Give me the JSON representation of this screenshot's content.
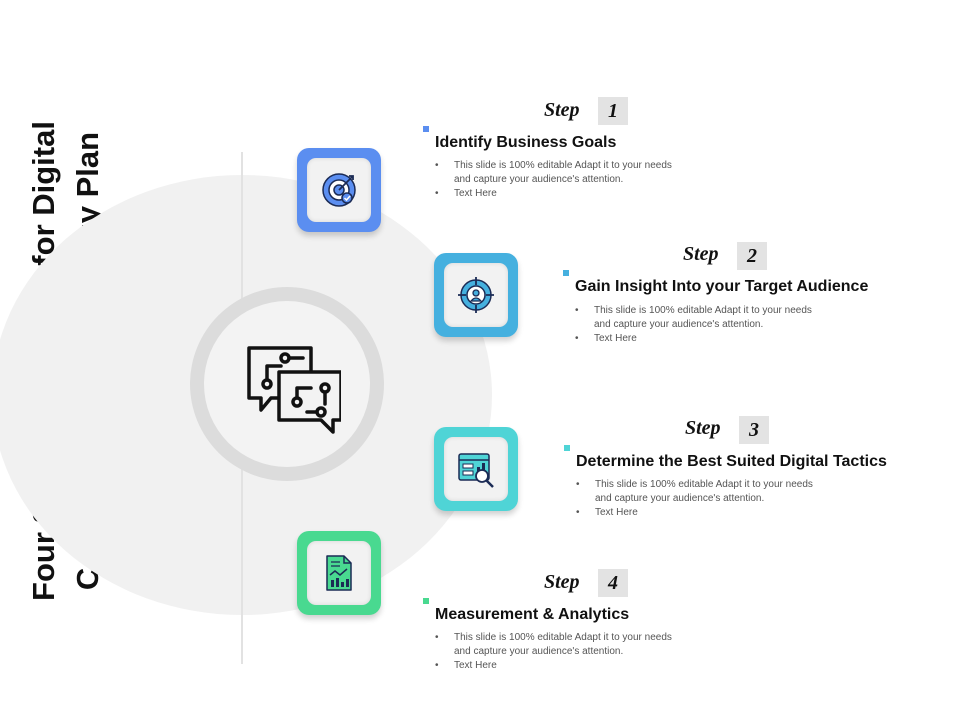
{
  "title_lines": [
    "Four Stages Workflow for Digital",
    "Communications Strategy Plan"
  ],
  "colors": {
    "step1": "#5b8ef0",
    "step2": "#45b0df",
    "step3": "#4fd4d6",
    "step4": "#49d990"
  },
  "center_icon": "chat-network-icon",
  "steps": [
    {
      "word": "Step",
      "number": "1",
      "heading": "Identify Business Goals",
      "bullets": [
        "This slide is 100% editable Adapt it to your needs and capture your audience's attention.",
        "Text Here"
      ],
      "icon": "target-icon"
    },
    {
      "word": "Step",
      "number": "2",
      "heading": "Gain Insight Into your Target Audience",
      "bullets": [
        "This slide is 100% editable Adapt it to your needs and capture your audience's attention.",
        "Text Here"
      ],
      "icon": "audience-target-icon"
    },
    {
      "word": "Step",
      "number": "3",
      "heading": "Determine the Best Suited Digital Tactics",
      "bullets": [
        "This slide is 100% editable Adapt it to your needs and capture your audience's attention.",
        "Text Here"
      ],
      "icon": "analytics-search-icon"
    },
    {
      "word": "Step",
      "number": "4",
      "heading": "Measurement & Analytics",
      "bullets": [
        "This slide is 100% editable Adapt it to your needs and capture your audience's attention.",
        "Text Here"
      ],
      "icon": "report-chart-icon"
    }
  ]
}
